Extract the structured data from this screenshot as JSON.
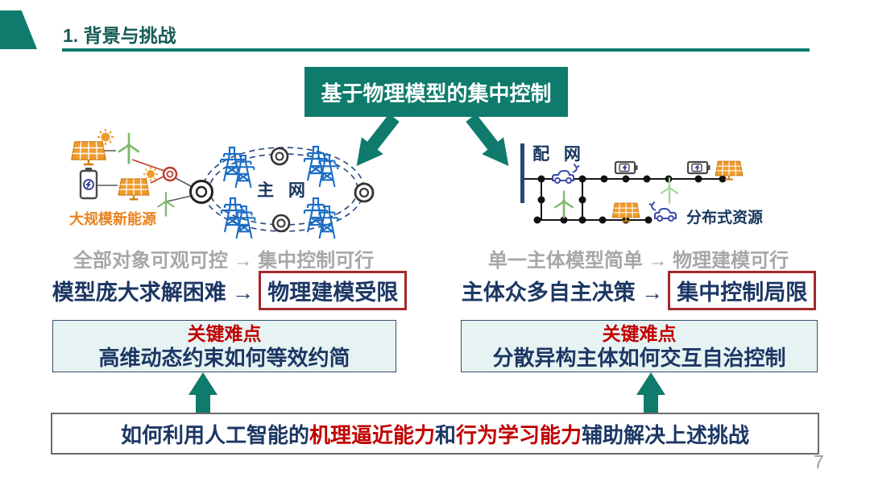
{
  "slide": {
    "title": "1. 背景与挑战",
    "page_number": "7"
  },
  "header_box": {
    "label": "基于物理模型的集中控制"
  },
  "left": {
    "diagram": {
      "source_label": "大规模新能源",
      "grid_label": "主 网"
    },
    "line1": "全部对象可观可控 → 集中控制可行",
    "line2_prefix": "模型庞大求解困难 →",
    "line2_highlight": "物理建模受限",
    "key_title": "关键难点",
    "key_body": "高维动态约束如何等效约简"
  },
  "right": {
    "diagram": {
      "grid_label": "配 网",
      "resource_label": "分布式资源"
    },
    "line1": "单一主体模型简单 → 物理建模可行",
    "line2_prefix": "主体众多自主决策 →",
    "line2_highlight": "集中控制局限",
    "key_title": "关键难点",
    "key_body": "分散异构主体如何交互自治控制"
  },
  "bottom": {
    "segments": [
      {
        "text": "如何利用人工智能的",
        "color": "#1C3764"
      },
      {
        "text": "机理逼近能力",
        "color": "#C00000"
      },
      {
        "text": "和",
        "color": "#1C3764"
      },
      {
        "text": "行为学习能力",
        "color": "#C00000"
      },
      {
        "text": "辅助解决上述挑战",
        "color": "#1C3764"
      }
    ]
  },
  "colors": {
    "accent_teal": "#0F7B6C",
    "title_teal": "#175B55",
    "navy": "#1C3764",
    "red": "#C00000",
    "highlight_border": "#A3282A",
    "gray_text": "#A7A7A7",
    "key_box_bg": "#E7F3F3",
    "tower_blue": "#1C6FC4",
    "solar_orange": "#EF9B2D",
    "wind_green": "#7CBB6B"
  }
}
